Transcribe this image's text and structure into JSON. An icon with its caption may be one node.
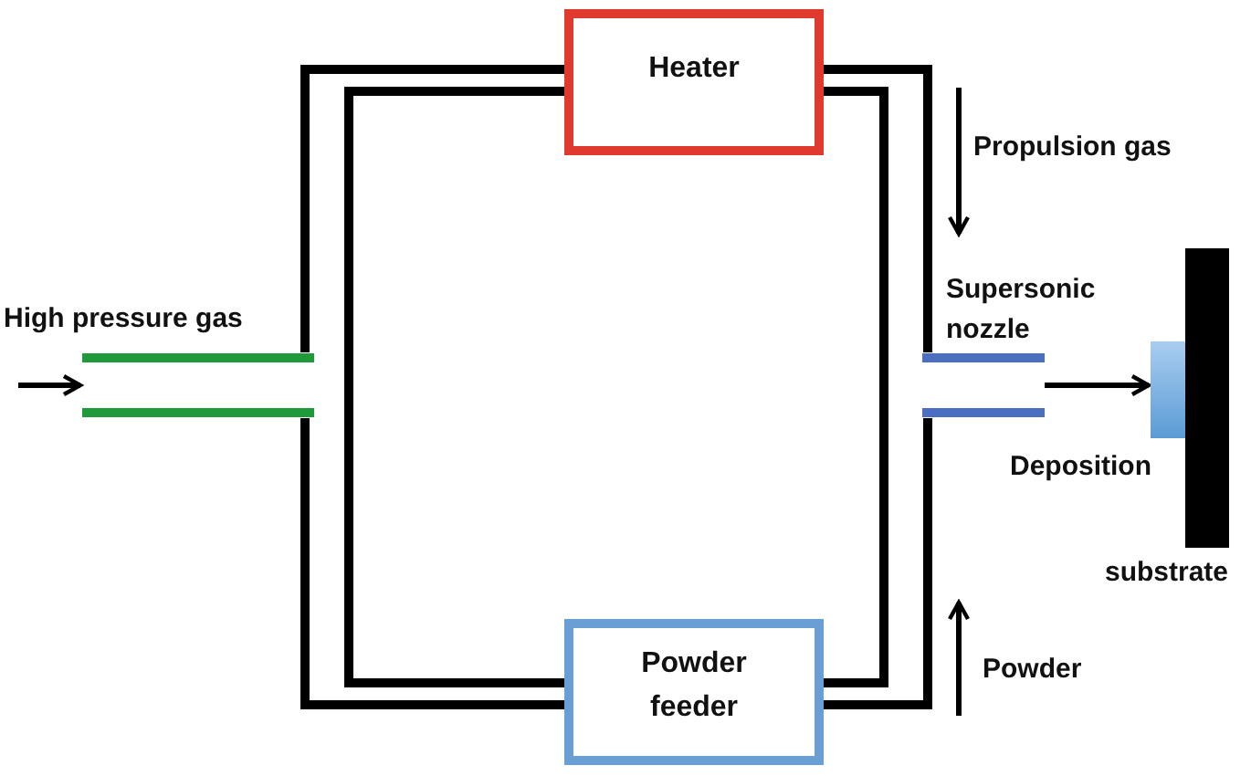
{
  "diagram": {
    "nodes": [
      {
        "text": [
          "Heater"
        ]
      },
      {
        "text": [],
        "shape": "pipe",
        "beside": [
          "High pressure gas"
        ]
      },
      {
        "text": [],
        "shape": "nozzle",
        "beside": [
          "Supersonic nozzle"
        ]
      },
      {
        "text": [],
        "shape": "box",
        "beside": [
          "Deposition"
        ]
      },
      {
        "text": [],
        "shape": "bar",
        "beside": [
          "substrate"
        ]
      },
      {
        "text": [
          "Powder feeder"
        ]
      }
    ],
    "edges": [
      {
        "from": 1,
        "to": 0,
        "arrow": "none"
      },
      {
        "from": 0,
        "to": 2,
        "arrow": "none"
      },
      {
        "from": 1,
        "to": 5,
        "arrow": "none"
      },
      {
        "from": 5,
        "to": 2,
        "arrow": "none"
      },
      {
        "from": 2,
        "to": 3,
        "arrow": "to"
      },
      {
        "from": null,
        "to": 1,
        "arrow": "to"
      }
    ],
    "labels": [
      "Propulsion gas",
      "Powder"
    ]
  }
}
